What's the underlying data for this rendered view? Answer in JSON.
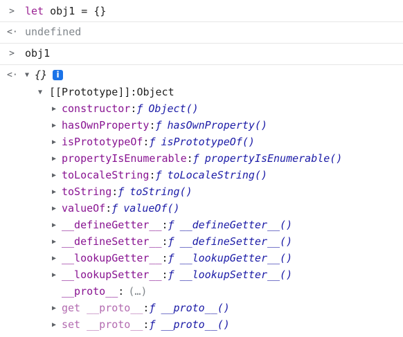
{
  "console": {
    "line1": {
      "prompt": ">",
      "keyword": "let",
      "rest": " obj1 = {}"
    },
    "line2": {
      "prompt": "<·",
      "value": "undefined"
    },
    "line3": {
      "prompt": ">",
      "text": "obj1"
    },
    "line4": {
      "prompt": "<·",
      "expand": "▼",
      "object": "{}",
      "info": "i"
    },
    "proto_header": {
      "expand": "▼",
      "label": "[[Prototype]]",
      "colon": ": ",
      "type": "Object"
    },
    "props": [
      {
        "key": "constructor",
        "func": "Object()"
      },
      {
        "key": "hasOwnProperty",
        "func": "hasOwnProperty()"
      },
      {
        "key": "isPrototypeOf",
        "func": "isPrototypeOf()"
      },
      {
        "key": "propertyIsEnumerable",
        "func": "propertyIsEnumerable()"
      },
      {
        "key": "toLocaleString",
        "func": "toLocaleString()"
      },
      {
        "key": "toString",
        "func": "toString()"
      },
      {
        "key": "valueOf",
        "func": "valueOf()"
      },
      {
        "key": "__defineGetter__",
        "func": "__defineGetter__()"
      },
      {
        "key": "__defineSetter__",
        "func": "__defineSetter__()"
      },
      {
        "key": "__lookupGetter__",
        "func": "__lookupGetter__()"
      },
      {
        "key": "__lookupSetter__",
        "func": "__lookupSetter__()"
      }
    ],
    "proto_row": {
      "key": "__proto__",
      "value": "(…)"
    },
    "getter_row": {
      "key": "get __proto__",
      "func": "__proto__()"
    },
    "setter_row": {
      "key": "set __proto__",
      "func": "__proto__()"
    },
    "fn_symbol": "ƒ",
    "expand_closed": "▶"
  }
}
